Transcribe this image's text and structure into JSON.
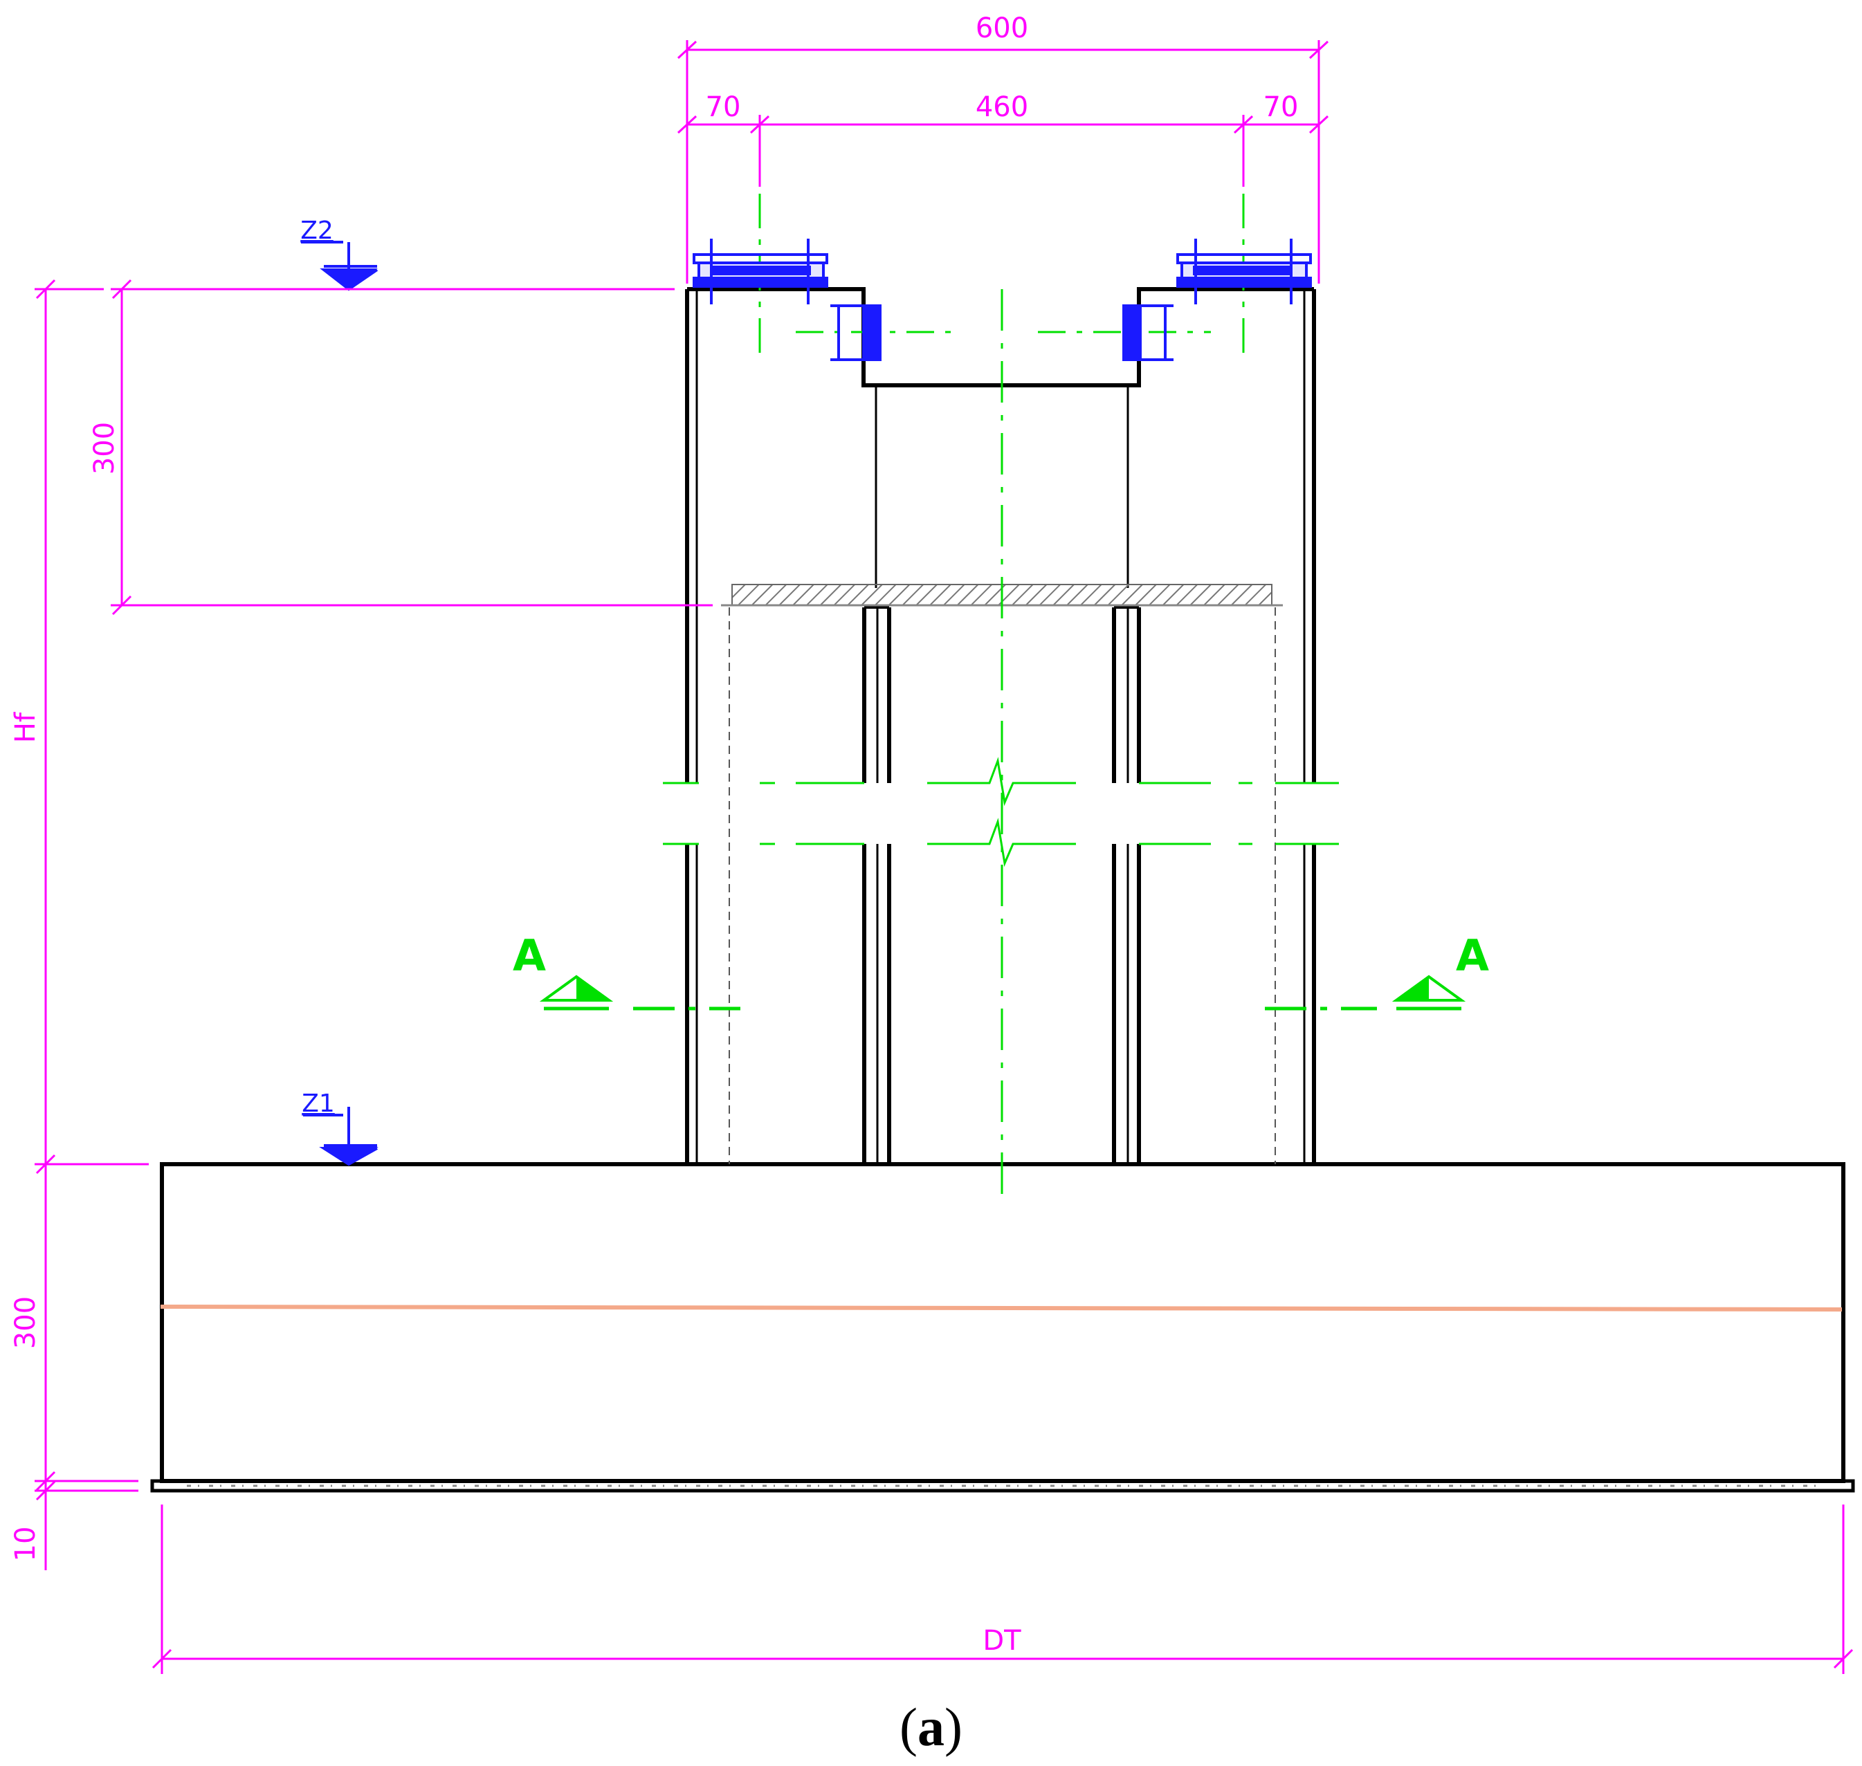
{
  "dimensions": {
    "total_width": "600",
    "left_offset": "70",
    "middle_width": "460",
    "right_offset": "70",
    "upper_height": "300",
    "total_height": "Hf",
    "base_height": "300",
    "base_plate": "10",
    "base_width": "DT"
  },
  "elevation_markers": {
    "top": "Z2",
    "bottom": "Z1"
  },
  "section_marks": {
    "left": "A",
    "right": "A"
  },
  "caption": {
    "open": "(",
    "letter": "a",
    "close": ")"
  },
  "colors": {
    "dimension": "#ff00ff",
    "centerline": "#00e000",
    "marker": "#1a1aff",
    "outline": "#000000",
    "rebar": "#f4a98a"
  }
}
